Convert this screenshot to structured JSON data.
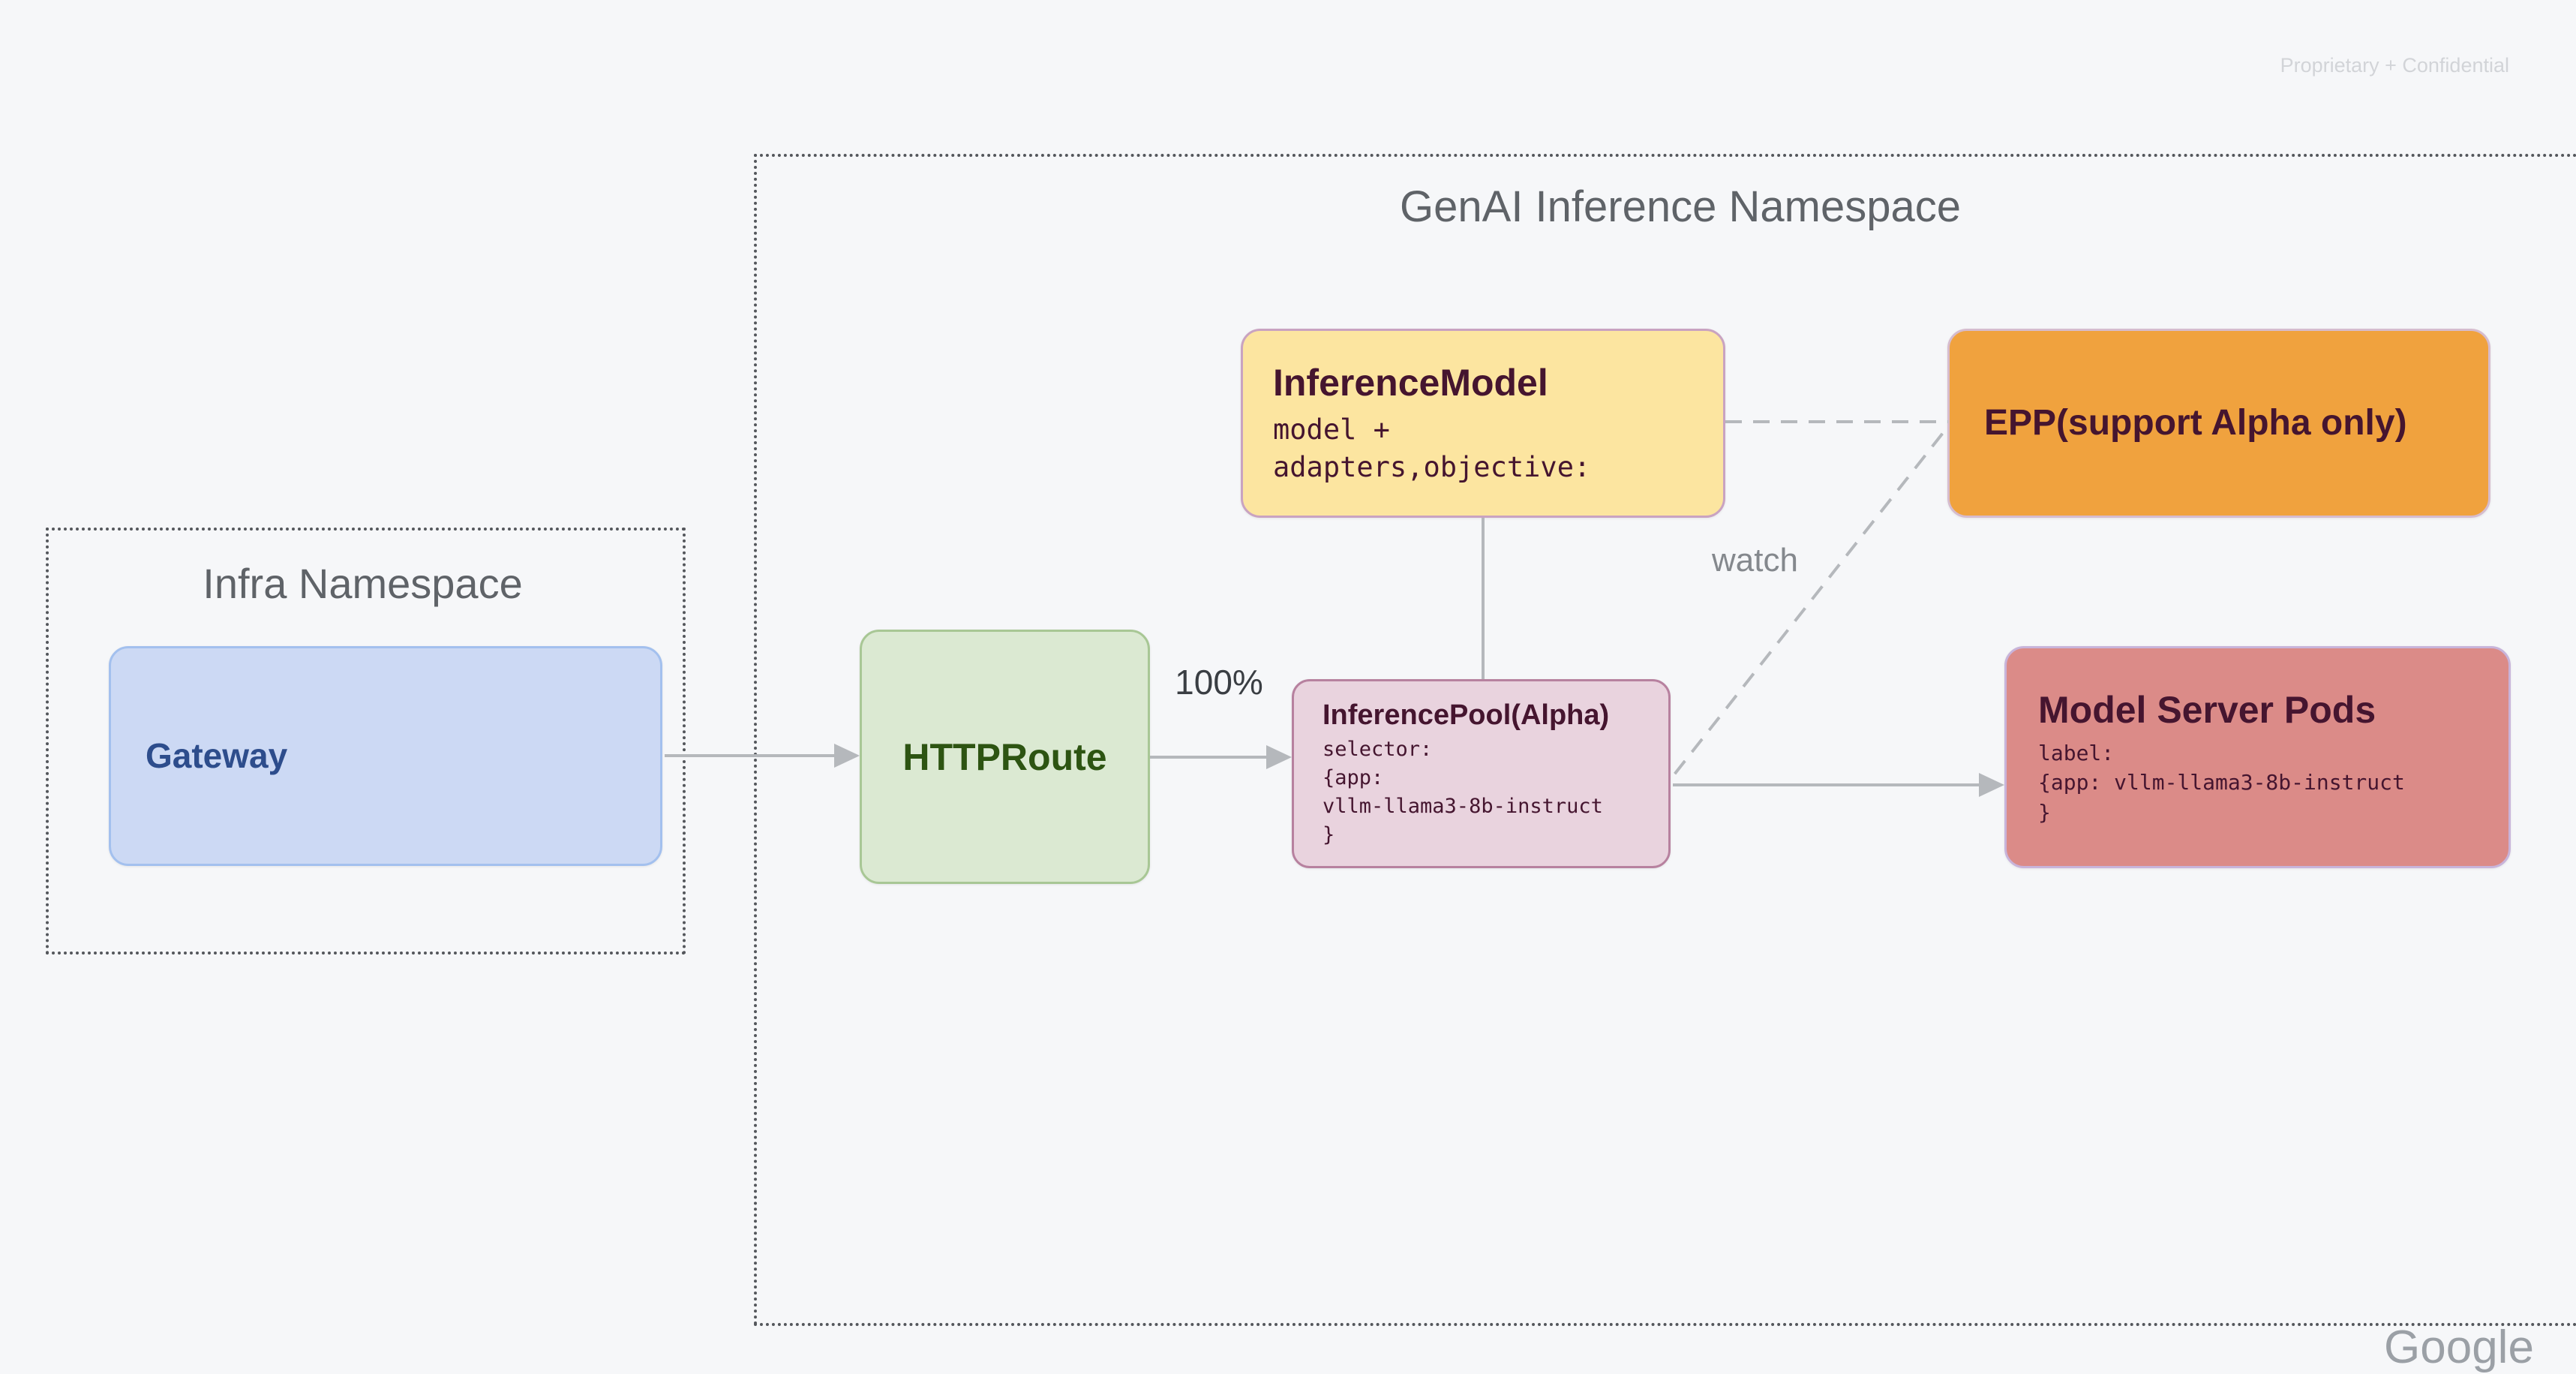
{
  "slide": {
    "confidential_label": "Proprietary + Confidential",
    "watermark": "Google",
    "background": "#f6f7f9"
  },
  "containers": {
    "infra": {
      "title": "Infra Namespace"
    },
    "genai": {
      "title": "GenAI Inference Namespace"
    }
  },
  "nodes": {
    "gateway": {
      "title": "Gateway",
      "fill": "#ccd9f4",
      "border": "#a3c0ee",
      "text": "#2d4d8c"
    },
    "httproute": {
      "title": "HTTPRoute",
      "fill": "#dbe9d2",
      "border": "#a8c795",
      "text": "#2d5412"
    },
    "inference_model": {
      "title": "InferenceModel",
      "code": [
        "model +",
        "adapters,objective:"
      ],
      "fill": "#fce5a0",
      "border": "#c9a3c1",
      "text": "#45152f"
    },
    "epp": {
      "title": "EPP(support Alpha only)",
      "fill": "#f0a23e",
      "border": "#d6bcce",
      "text": "#45152f"
    },
    "inference_pool": {
      "title": "InferencePool(Alpha)",
      "code": [
        "selector:",
        "{app:",
        "vllm-llama3-8b-instruct",
        "}"
      ],
      "fill": "#e9d3de",
      "border": "#b7819f",
      "text": "#45152f"
    },
    "model_server_pods": {
      "title": "Model Server Pods",
      "code": [
        "label:",
        "{app: vllm-llama3-8b-instruct",
        "}"
      ],
      "fill": "#db8b88",
      "border": "#c8b4da",
      "text": "#45152f"
    }
  },
  "edges": {
    "httproute_to_pool": {
      "label": "100%"
    },
    "pool_to_epp": {
      "label": "watch"
    },
    "line_color": "#b5b8bc"
  }
}
